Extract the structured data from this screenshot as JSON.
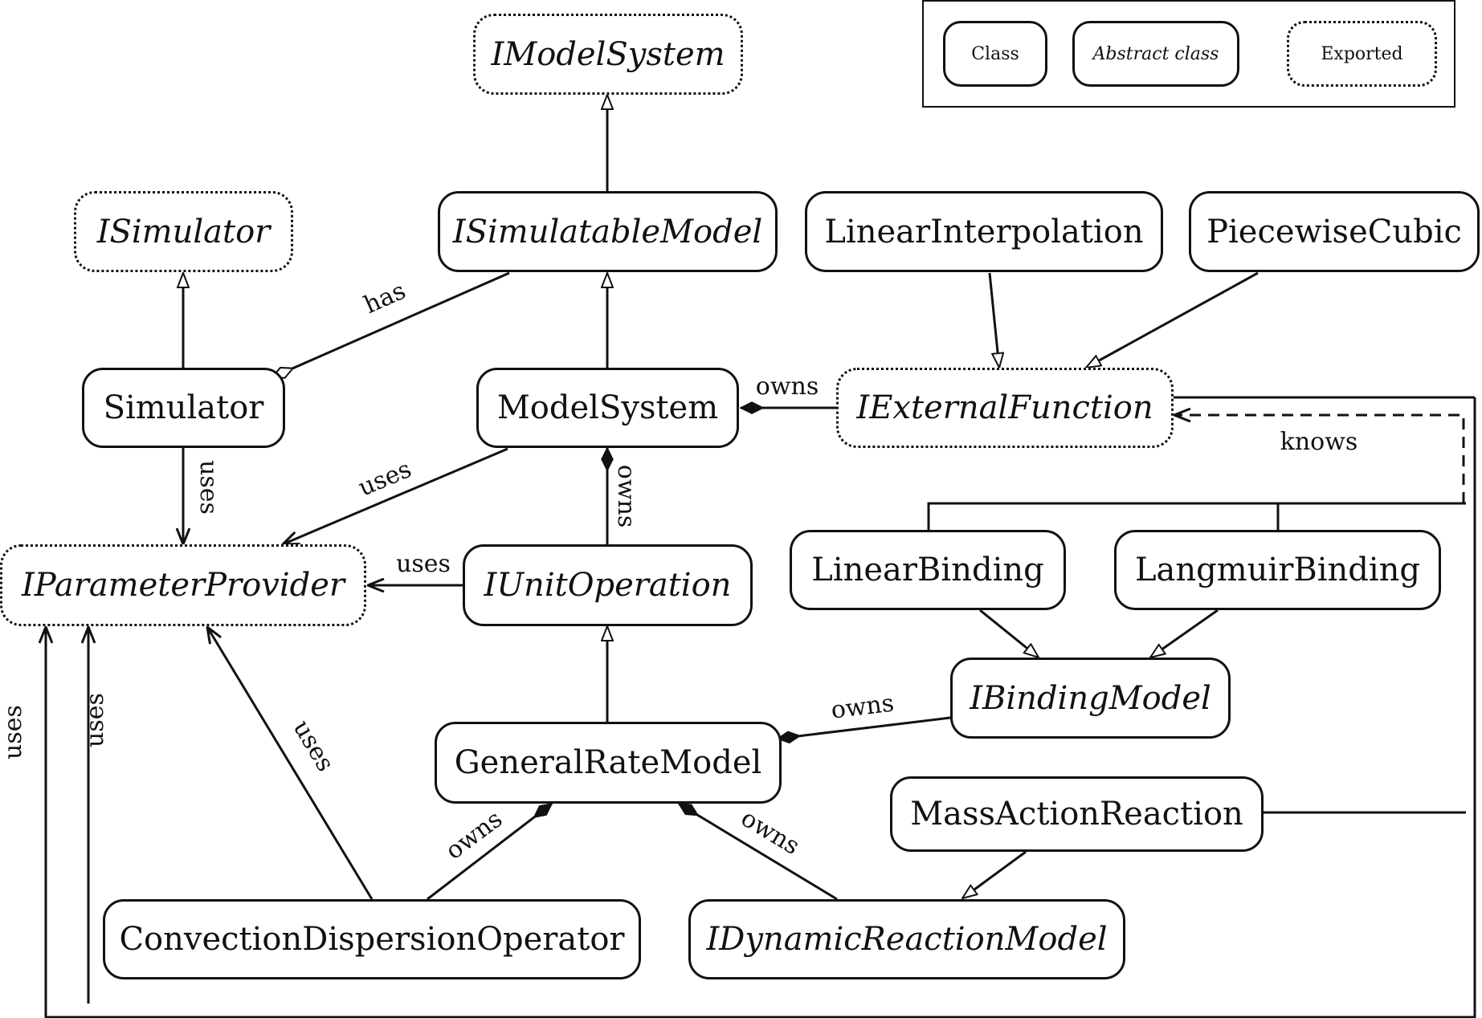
{
  "nodes": {
    "imodelsystem": {
      "label": "IModelSystem",
      "kind": "abstract",
      "exported": true
    },
    "isimulator": {
      "label": "ISimulator",
      "kind": "abstract",
      "exported": true
    },
    "isimulatablemodel": {
      "label": "ISimulatableModel",
      "kind": "abstract",
      "exported": false
    },
    "linearinterpolation": {
      "label": "LinearInterpolation",
      "kind": "class",
      "exported": false
    },
    "piecewisecubic": {
      "label": "PiecewiseCubic",
      "kind": "class",
      "exported": false
    },
    "simulator": {
      "label": "Simulator",
      "kind": "class",
      "exported": false
    },
    "modelsystem": {
      "label": "ModelSystem",
      "kind": "class",
      "exported": false
    },
    "iexternalfunction": {
      "label": "IExternalFunction",
      "kind": "abstract",
      "exported": true
    },
    "iparameterprovider": {
      "label": "IParameterProvider",
      "kind": "abstract",
      "exported": true
    },
    "iunitoperation": {
      "label": "IUnitOperation",
      "kind": "abstract",
      "exported": false
    },
    "linearbinding": {
      "label": "LinearBinding",
      "kind": "class",
      "exported": false
    },
    "langmuirbinding": {
      "label": "LangmuirBinding",
      "kind": "class",
      "exported": false
    },
    "ibindingmodel": {
      "label": "IBindingModel",
      "kind": "abstract",
      "exported": false
    },
    "generalratemodel": {
      "label": "GeneralRateModel",
      "kind": "class",
      "exported": false
    },
    "massactionreaction": {
      "label": "MassActionReaction",
      "kind": "class",
      "exported": false
    },
    "convectiondispersionoperator": {
      "label": "ConvectionDispersionOperator",
      "kind": "class",
      "exported": false
    },
    "idynamicreactionmodel": {
      "label": "IDynamicReactionModel",
      "kind": "abstract",
      "exported": false
    }
  },
  "legend": {
    "class_label": "Class",
    "abstract_label": "Abstract class",
    "exported_label": "Exported"
  },
  "edge_labels": {
    "has": "has",
    "uses": "uses",
    "owns": "owns",
    "knows": "knows"
  },
  "relations": [
    {
      "from": "ISimulatableModel",
      "to": "IModelSystem",
      "type": "inherits"
    },
    {
      "from": "Simulator",
      "to": "ISimulator",
      "type": "inherits"
    },
    {
      "from": "ModelSystem",
      "to": "ISimulatableModel",
      "type": "inherits"
    },
    {
      "from": "Simulator",
      "to": "ISimulatableModel",
      "type": "aggregation",
      "label": "has"
    },
    {
      "from": "LinearInterpolation",
      "to": "IExternalFunction",
      "type": "inherits"
    },
    {
      "from": "PiecewiseCubic",
      "to": "IExternalFunction",
      "type": "inherits"
    },
    {
      "from": "ModelSystem",
      "to": "IExternalFunction",
      "type": "composition",
      "label": "owns"
    },
    {
      "from": "Simulator",
      "to": "IParameterProvider",
      "type": "association",
      "label": "uses"
    },
    {
      "from": "ModelSystem",
      "to": "IParameterProvider",
      "type": "association",
      "label": "uses"
    },
    {
      "from": "ModelSystem",
      "to": "IUnitOperation",
      "type": "composition",
      "label": "owns"
    },
    {
      "from": "IUnitOperation",
      "to": "IParameterProvider",
      "type": "association",
      "label": "uses"
    },
    {
      "from": "LinearBinding",
      "to": "IBindingModel",
      "type": "inherits"
    },
    {
      "from": "LangmuirBinding",
      "to": "IBindingModel",
      "type": "inherits"
    },
    {
      "from": "GeneralRateModel",
      "to": "IUnitOperation",
      "type": "inherits"
    },
    {
      "from": "GeneralRateModel",
      "to": "IBindingModel",
      "type": "composition",
      "label": "owns"
    },
    {
      "from": "GeneralRateModel",
      "to": "ConvectionDispersionOperator",
      "type": "composition",
      "label": "owns"
    },
    {
      "from": "GeneralRateModel",
      "to": "IDynamicReactionModel",
      "type": "composition",
      "label": "owns"
    },
    {
      "from": "MassActionReaction",
      "to": "IDynamicReactionModel",
      "type": "inherits"
    },
    {
      "from": "ConvectionDispersionOperator",
      "to": "IParameterProvider",
      "type": "association",
      "label": "uses"
    },
    {
      "from": "Bindings",
      "to": "IExternalFunction",
      "type": "dependency",
      "label": "knows"
    },
    {
      "from": "Bindings and reactions",
      "to": "IParameterProvider",
      "type": "association",
      "label": "uses"
    }
  ]
}
